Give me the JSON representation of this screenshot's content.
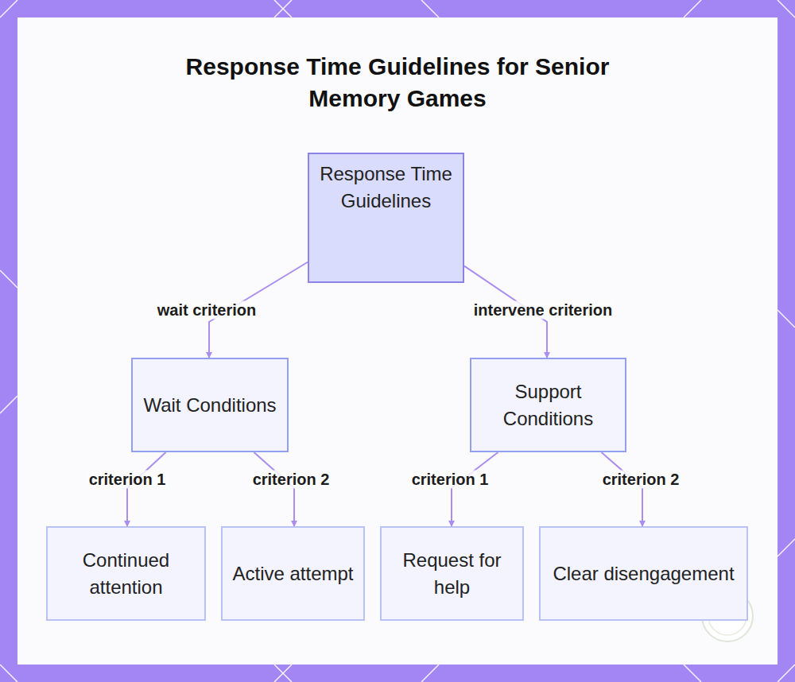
{
  "diagram": {
    "title": "Response Time Guidelines for Senior Memory Games",
    "nodes": [
      {
        "text": [
          "Response Time Guidelines"
        ]
      },
      {
        "text": [
          "Wait Conditions"
        ]
      },
      {
        "text": [
          "Support Conditions"
        ]
      },
      {
        "text": [
          "Continued attention"
        ]
      },
      {
        "text": [
          "Active attempt"
        ]
      },
      {
        "text": [
          "Request for help"
        ]
      },
      {
        "text": [
          "Clear disengagement"
        ]
      }
    ],
    "edges": [
      {
        "from": 0,
        "to": 1,
        "label": "wait criterion",
        "arrow": "to"
      },
      {
        "from": 0,
        "to": 2,
        "label": "intervene criterion",
        "arrow": "to"
      },
      {
        "from": 1,
        "to": 3,
        "label": "criterion 1",
        "arrow": "to"
      },
      {
        "from": 1,
        "to": 4,
        "label": "criterion 2",
        "arrow": "to"
      },
      {
        "from": 2,
        "to": 5,
        "label": "criterion 1",
        "arrow": "to"
      },
      {
        "from": 2,
        "to": 6,
        "label": "criterion 2",
        "arrow": "to"
      }
    ]
  }
}
